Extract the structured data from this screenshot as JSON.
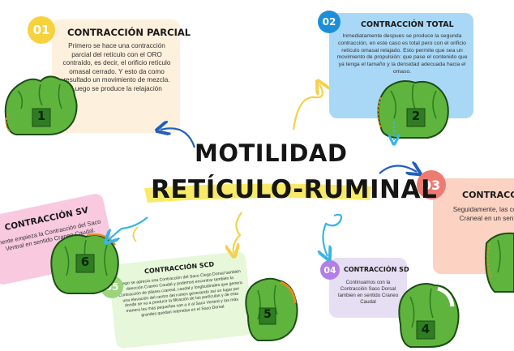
{
  "title": {
    "line1": "MOTILIDAD",
    "line2": "RETÍCULO-RUMINAL"
  },
  "steps": [
    {
      "number": "01",
      "title": "CONTRACCIÓN PARCIAL",
      "text": "Primero se hace una contracción parcial del retículo con el ORO contraído, es decir, el orificio retículo omasal cerrado. Y esto da como resultado un movimiento de mezcla. Luego se produce la relajación",
      "image_label": "1"
    },
    {
      "number": "02",
      "title": "CONTRACCIÓN TOTAL",
      "text": "Inmediatamente despues se produce la segunda contracción, en este caso es total pero con el orificio retículo omasal relajado. Esto permite que sea un movimiento de propulsión: que pase el contenido que ya tenga el tamaño y la densidad adecuada hacia el omaso.",
      "image_label": "2"
    },
    {
      "number": "03",
      "title": "CONTRACCI",
      "text": "Seguidamente, las con Craneal en un sentid",
      "image_label": ""
    },
    {
      "number": "04",
      "title": "CONTRACCIÓN SD",
      "text": "Continuamos con la Contracción Saco Dorsal tambien en sentido Craneo Caudal",
      "image_label": "4"
    },
    {
      "number": "05",
      "title": "CONTRACCIÓN SCD",
      "text": "Luego se aprecia una Contracción del Saco Ciego Dorsal también dirección Craneo Caudal y podemos encontrar también la Contracción de pilares craneal, caudal y longitudinales que genera una elevación del centro del rumen generando así un lugar por donde se va a producir la filtración de las partículas y de esta manera las más pequeñas van a ir al Saco Ventral y las más grandes quedan retenidas en el Saco Dorsal",
      "image_label": "5"
    },
    {
      "number": "",
      "title": "CONTRACCIÓN SV",
      "text": "mente empieza la Contracción del Saco Ventral en sentido Craneo Caudal.",
      "image_label": "6"
    }
  ],
  "colors": {
    "card1": "#fdf0dc",
    "card2": "#a9d8f7",
    "card3": "#fcd3c3",
    "card4": "#e6def3",
    "card5": "#e6f7da",
    "card6": "#f9c9e0",
    "badge1": "#f7d23c",
    "badge2": "#1c8fd8",
    "badge3": "#ee7b72",
    "badge4": "#b17fe6",
    "badge5": "#9bd47b",
    "stomach": "#5fb43d",
    "stomach_dark": "#2f7d22",
    "arrow_blue": "#1f5fbf",
    "arrow_light": "#3ab4e6",
    "arrow_yellow": "#f5d04a",
    "highlight": "#f7e64f"
  }
}
